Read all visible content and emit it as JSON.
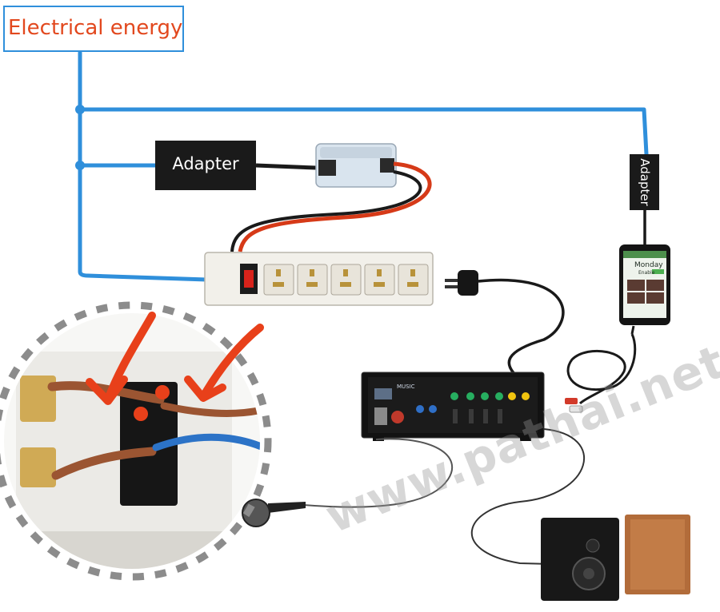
{
  "diagram": {
    "title": "Electrical energy",
    "labels": {
      "adapter_left": "Adapter",
      "adapter_right": "Adapter"
    },
    "phone_screen": {
      "day": "Monday",
      "status": "Enable"
    },
    "amplifier_brand": "MUSIC",
    "watermark": "www.pathai.net",
    "colors": {
      "mains_wire": "#2f8fdb",
      "title_text": "#e2481e",
      "arrow": "#e8401a",
      "label_bg": "#1a1a1a"
    }
  }
}
